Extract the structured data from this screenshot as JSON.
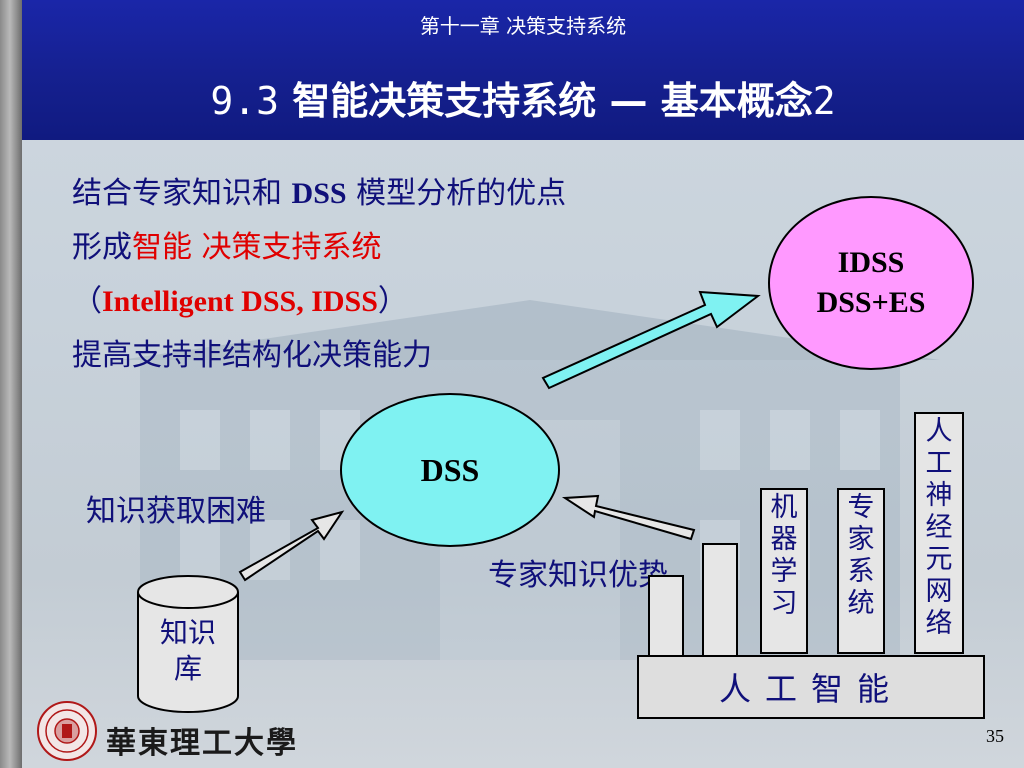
{
  "header": {
    "chapter": "第十一章 决策支持系统",
    "title_number": "9.3",
    "title_text": "智能决策支持系统",
    "title_dash": "—",
    "title_tail": "基本概念",
    "title_suffix": "2"
  },
  "body": {
    "line1_a": "结合专家知识和",
    "line1_b": "DSS",
    "line1_c": "模型分析的优点",
    "line2_a": "形成",
    "line2_red": "智能 决策支持系统",
    "line3_open": "（",
    "line3_red": "Intelligent DSS, IDSS",
    "line3_close": "）",
    "line4": "提高支持非结构化决策能力",
    "knowledge_difficulty": "知识获取困难",
    "expert_advantage": "专家知识优势"
  },
  "diagram": {
    "dss": "DSS",
    "idss_line1": "IDSS",
    "idss_line2": "DSS+ES",
    "kb_line1": "知识",
    "kb_line2": "库",
    "pillar_ml": [
      "机",
      "器",
      "学",
      "习"
    ],
    "pillar_es": [
      "专",
      "家",
      "系",
      "统"
    ],
    "pillar_nn": [
      "人",
      "工",
      "神",
      "经",
      "元",
      "网",
      "络"
    ],
    "ai_base": "人工智能"
  },
  "footer": {
    "school": "華東理工大學",
    "page_number": "35"
  },
  "colors": {
    "header_blue": "#1a26a8",
    "text_blue": "#10107a",
    "highlight_red": "#e00000",
    "dss_cyan": "#7ff2f2",
    "idss_pink": "#ff99ff",
    "big_arrow_cyan": "#7ff2f2",
    "small_arrow_grey": "#e6e6e6"
  }
}
